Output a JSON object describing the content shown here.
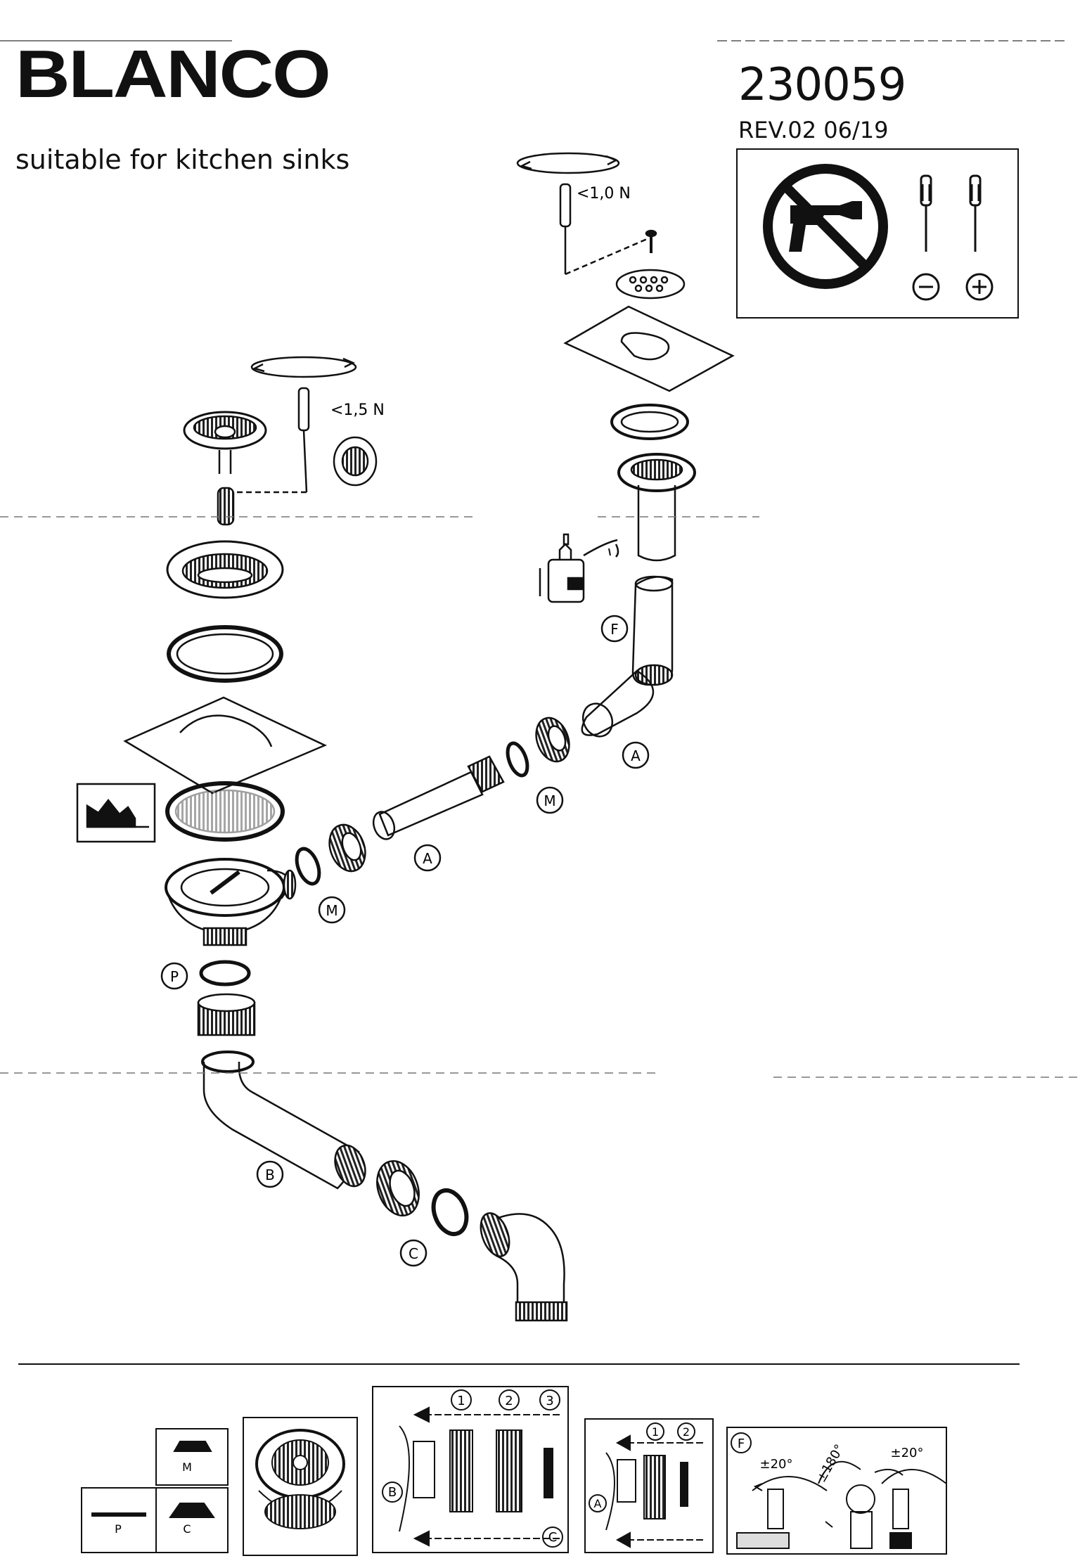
{
  "header": {
    "brand": "BLANCO",
    "subtitle": "suitable for kitchen sinks",
    "part_number": "230059",
    "revision": "REV.02  06/19"
  },
  "tool_panel": {
    "icons": [
      "no-power-drill-icon",
      "flat-screwdriver-icon",
      "phillips-screwdriver-icon",
      "minus-circle-icon",
      "plus-circle-icon"
    ]
  },
  "torque": {
    "overflow": "<1,0 N",
    "strainer": "<1,5 N"
  },
  "callouts": {
    "F": "F",
    "A": "A",
    "M": "M",
    "P": "P",
    "B": "B",
    "C": "C"
  },
  "legend": {
    "m": "M",
    "p": "P",
    "c": "C",
    "step1": "1",
    "step2": "2",
    "step3": "3",
    "b_label": "B",
    "c_label": "C",
    "a_label": "A",
    "f_label": "F",
    "angle1": "±20°",
    "angle2": "±180°",
    "angle3": "±20°"
  }
}
